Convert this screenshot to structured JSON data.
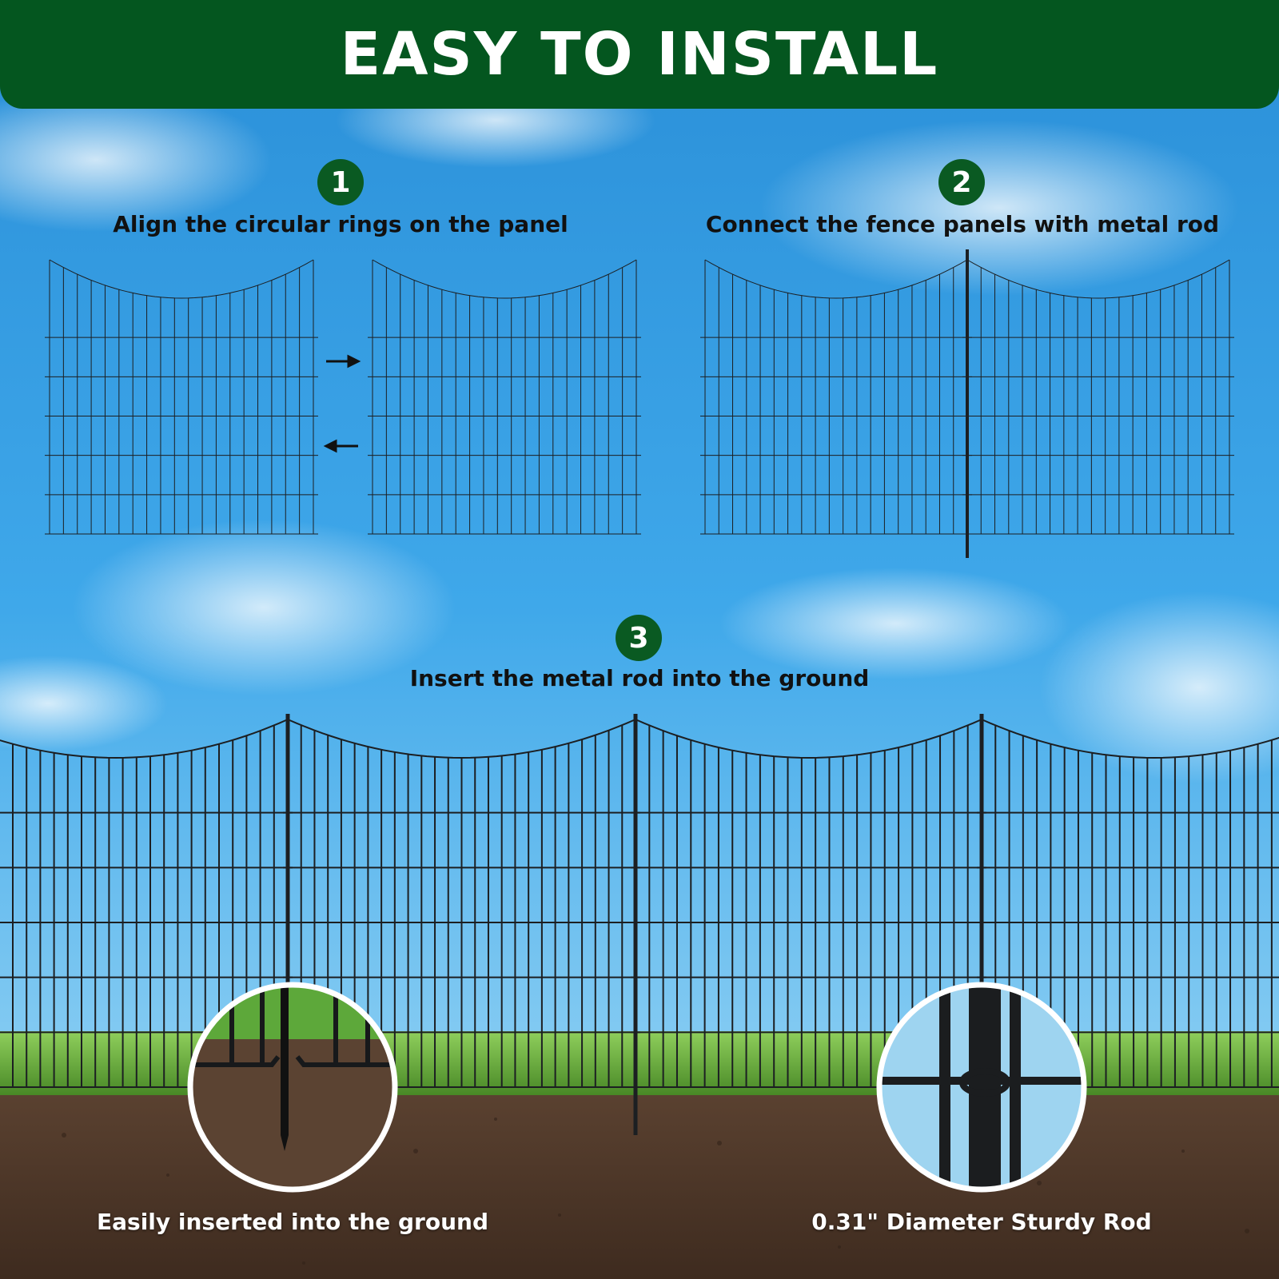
{
  "banner": {
    "title": "EASY TO INSTALL"
  },
  "steps": [
    {
      "number": "1",
      "text": "Align the circular rings on the panel"
    },
    {
      "number": "2",
      "text": "Connect the fence panels with metal rod"
    },
    {
      "number": "3",
      "text": "Insert the metal rod into the ground"
    }
  ],
  "callouts": {
    "ground_caption": "Easily inserted into the ground",
    "rod_caption": "0.31\" Diameter Sturdy Rod"
  },
  "colors": {
    "banner": "#04561f",
    "badge": "#0a5a22",
    "sky_top": "#2f9be0",
    "sky_bottom": "#7cc9f2",
    "grass": "#4f8f28",
    "soil": "#4a3426",
    "wire": "#1c1f22"
  }
}
